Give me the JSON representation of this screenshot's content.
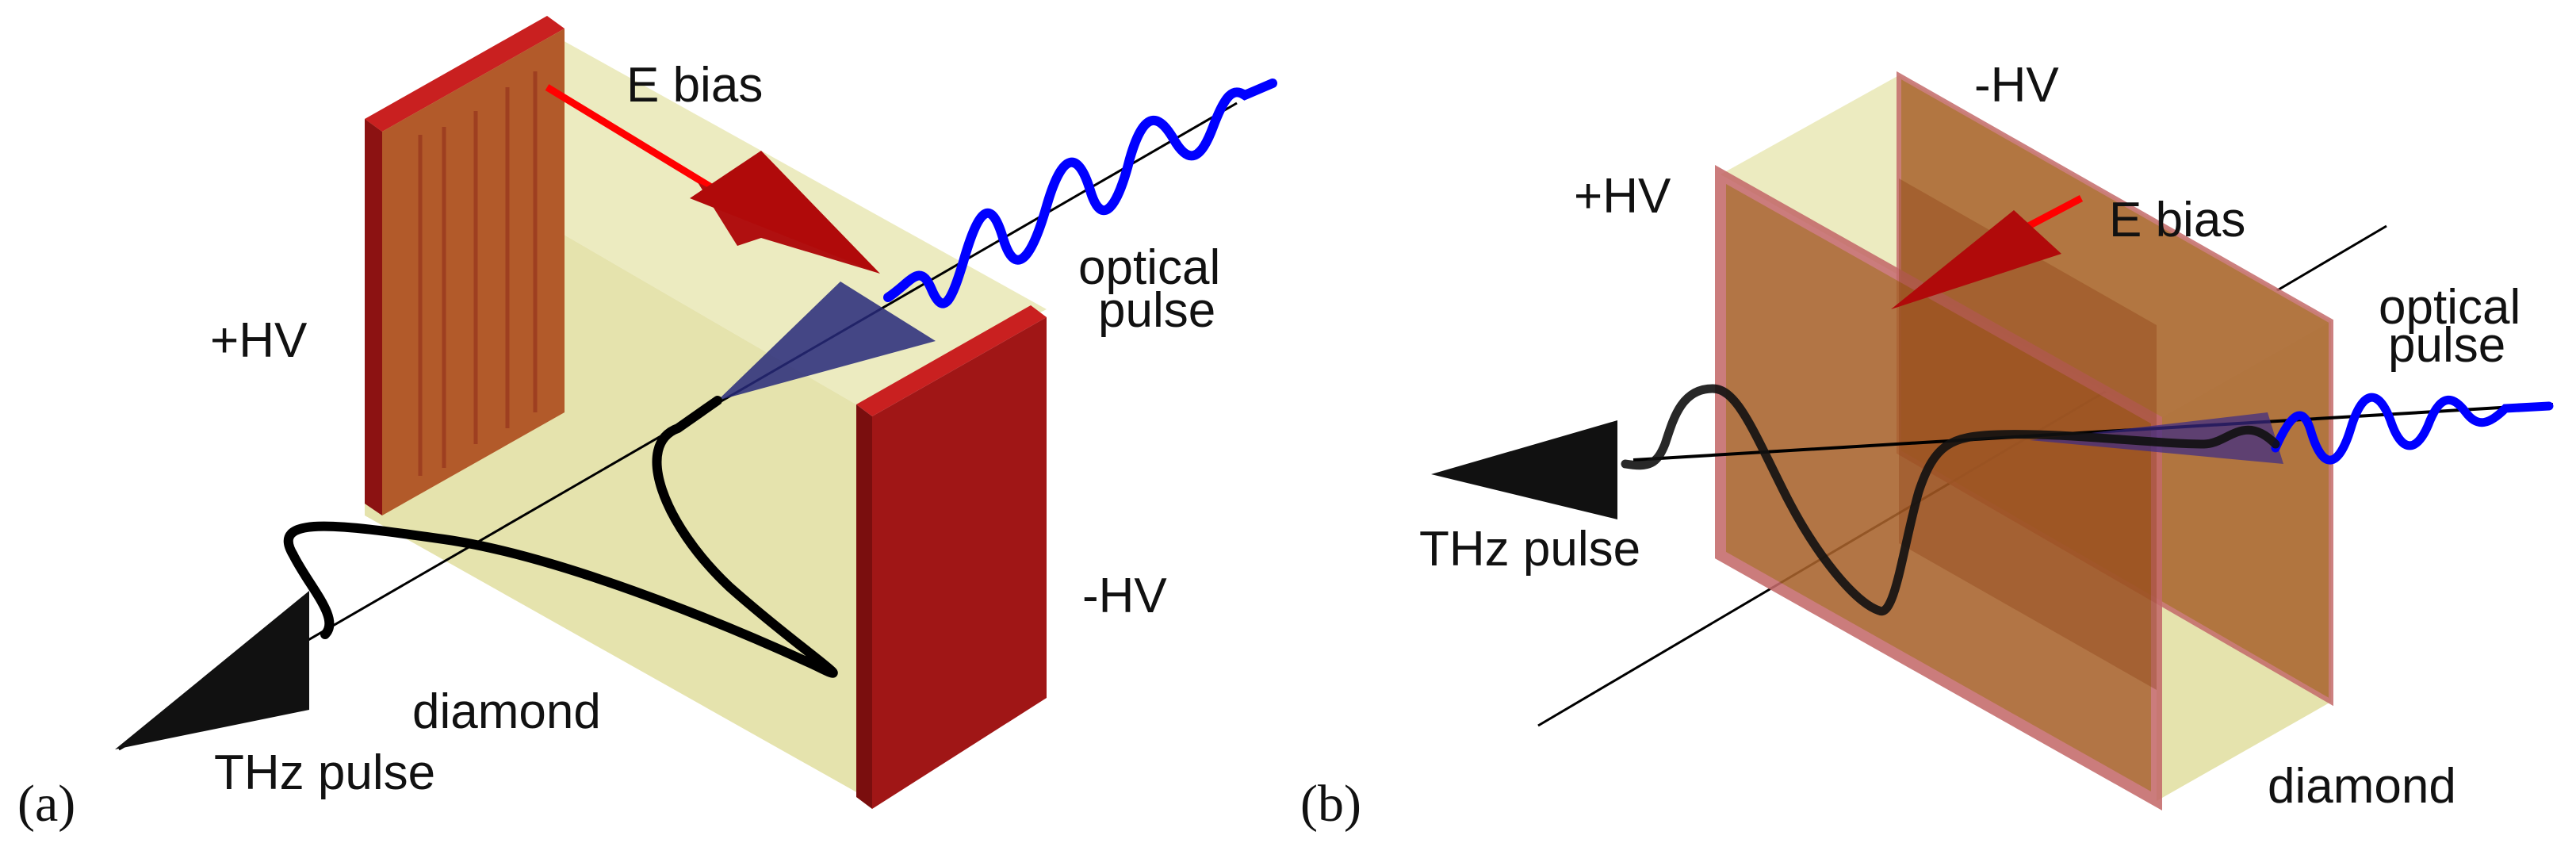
{
  "panel_a": {
    "tag": "(a)",
    "label_plus_hv": "+HV",
    "label_minus_hv": "-HV",
    "label_e_bias": "E bias",
    "label_optical_1": "optical",
    "label_optical_2": "pulse",
    "label_diamond": "diamond",
    "label_thz": "THz pulse"
  },
  "panel_b": {
    "tag": "(b)",
    "label_plus_hv": "+HV",
    "label_minus_hv": "-HV",
    "label_e_bias": "E bias",
    "label_optical_1": "optical",
    "label_optical_2": "pulse",
    "label_diamond": "diamond",
    "label_thz": "THz pulse"
  },
  "colors": {
    "diamond": "#e8e6b0",
    "electrode": "#a01616",
    "electrode_copper": "#b05a2c",
    "field_arrow": "#ff0000",
    "optical_wave": "#0000ff",
    "thz_wave": "#000000"
  }
}
